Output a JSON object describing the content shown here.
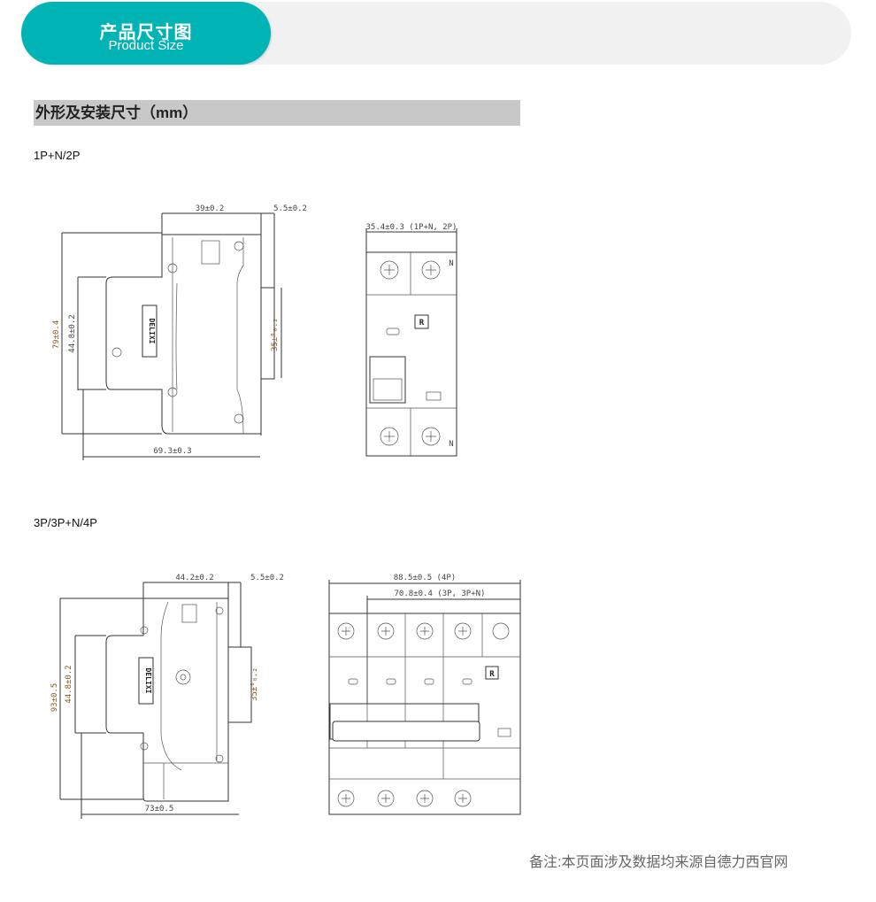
{
  "header": {
    "title_cn": "产品尺寸图",
    "title_en": "Product Size",
    "accent": "#00b3b5"
  },
  "section": {
    "title": "外形及安装尺寸（mm）"
  },
  "variants": [
    {
      "label": "1P+N/2P",
      "side": {
        "depth": "39±0.2",
        "rail_offset": "5.5±0.2",
        "height": "79±0.4",
        "front_height": "44.8±0.2",
        "total_depth": "69.3±0.3",
        "rail": "35±⁰₀.₂",
        "logo": "DELIXI"
      },
      "front": {
        "width": "35.4±0.3 (1P+N, 2P)",
        "mark": "R",
        "n1": "N",
        "n2": "N"
      }
    },
    {
      "label": "3P/3P+N/4P",
      "side": {
        "depth": "44.2±0.2",
        "rail_offset": "5.5±0.2",
        "height": "93±0.5",
        "front_height": "44.8±0.2",
        "total_depth": "73±0.5",
        "rail": "35±⁰₀.₂",
        "logo": "DELIXI"
      },
      "front": {
        "width_4p": "88.5±0.5 (4P)",
        "width_3p": "70.8±0.4 (3P, 3P+N)",
        "mark": "R"
      }
    }
  ],
  "note": "备注:本页面涉及数据均来源自德力西官网"
}
